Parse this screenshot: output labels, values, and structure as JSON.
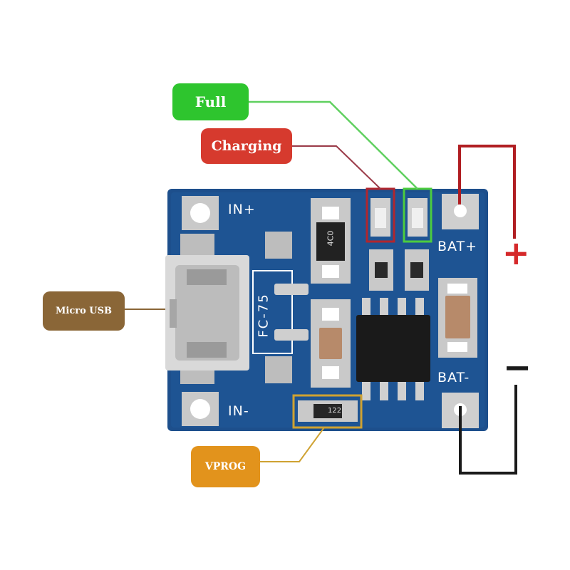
{
  "callouts": {
    "full": "Full",
    "charging": "Charging",
    "micro_usb": "Micro USB",
    "vprog": "VPROG"
  },
  "silkscreen": {
    "in_plus": "IN+",
    "in_minus": "IN-",
    "bat_plus": "BAT+",
    "bat_minus": "BAT-",
    "chip_marking": "FC-75",
    "resistor_top": "4C0",
    "resistor_prog": "122"
  },
  "symbols": {
    "plus": "+",
    "minus": "−"
  },
  "colors": {
    "board": "#1d4f8c",
    "full": "#2ec52e",
    "charging": "#d63a2e",
    "micro_usb": "#8a6637",
    "vprog": "#e2931c",
    "positive_wire": "#b01e22",
    "negative_wire": "#1a1a1a"
  }
}
